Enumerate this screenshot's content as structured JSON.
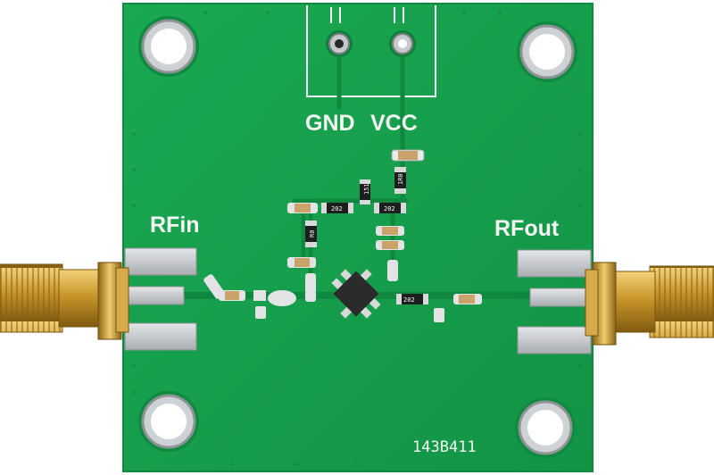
{
  "board": {
    "labels": {
      "gnd": "GND",
      "vcc": "VCC",
      "rf_in": "RFin",
      "rf_out": "RFout",
      "serial": "143B411"
    },
    "component_marks": [
      "202",
      "202",
      "202",
      "151",
      "R0",
      "1R0"
    ]
  },
  "colors": {
    "pcb": "#17a04e",
    "pcb_edge": "#0f8a40",
    "silkscreen": "#f4f7f3",
    "pads": "#c9ccce",
    "gold": "#c9962a",
    "chip": "#2b2b2b"
  }
}
